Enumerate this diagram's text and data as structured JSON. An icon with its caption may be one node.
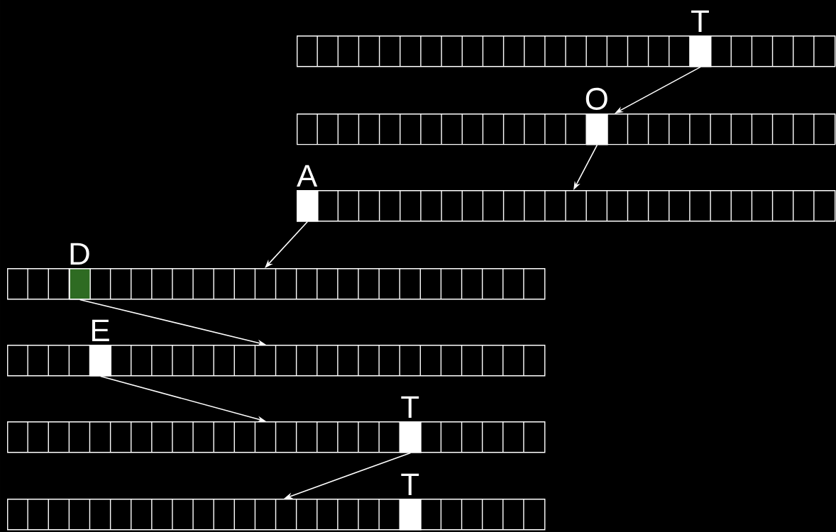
{
  "diagram": {
    "nodes": [
      {
        "text": [],
        "shape": "bar"
      },
      {
        "text": [
          "T"
        ],
        "in": 0
      },
      {
        "text": [],
        "shape": "bar"
      },
      {
        "text": [
          "O"
        ],
        "in": 2
      },
      {
        "text": [],
        "shape": "bar"
      },
      {
        "text": [
          "A"
        ],
        "in": 4
      },
      {
        "text": [],
        "shape": "bar"
      },
      {
        "text": [
          "D"
        ],
        "in": 6
      },
      {
        "text": [],
        "shape": "bar"
      },
      {
        "text": [
          "E"
        ],
        "in": 8
      },
      {
        "text": [],
        "shape": "bar"
      },
      {
        "text": [
          "T"
        ],
        "in": 10
      },
      {
        "text": [],
        "shape": "bar"
      },
      {
        "text": [
          "T"
        ],
        "in": 12
      }
    ],
    "edges": [
      {
        "from": 1,
        "to": 2,
        "arrow": "to"
      },
      {
        "from": 3,
        "to": 4,
        "arrow": "to"
      },
      {
        "from": 5,
        "to": 6,
        "arrow": "to"
      },
      {
        "from": 7,
        "to": 8,
        "arrow": "to"
      },
      {
        "from": 9,
        "to": 10,
        "arrow": "to"
      },
      {
        "from": 11,
        "to": 12,
        "arrow": "to"
      }
    ]
  }
}
